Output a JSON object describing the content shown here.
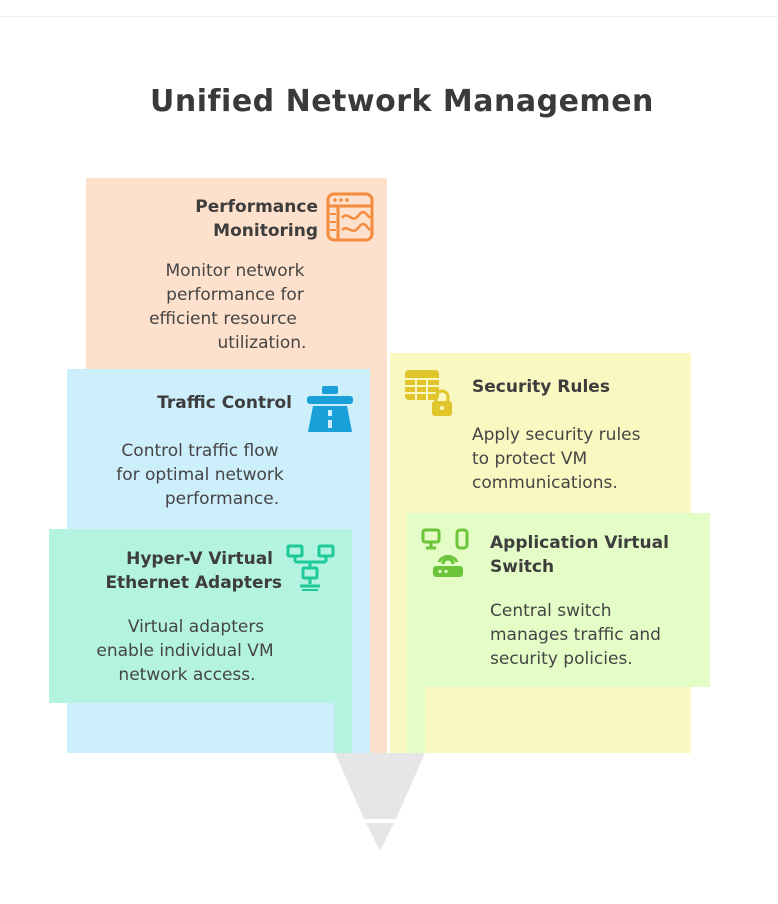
{
  "title": "Unified Network Managemen",
  "cards": {
    "performance": {
      "heading": [
        "Performance",
        "Monitoring"
      ],
      "desc": [
        "Monitor network",
        "performance for",
        "efficient resource",
        "utilization."
      ],
      "fill": "#fde1cc",
      "accent": "#f58b3d",
      "icon": "chart-window-icon"
    },
    "traffic": {
      "heading": [
        "Traffic Control"
      ],
      "desc": [
        "Control traffic flow",
        "for optimal network",
        "performance."
      ],
      "fill": "#cdeefb",
      "accent": "#1aa0d8",
      "icon": "road-gate-icon"
    },
    "hyperv": {
      "heading": [
        "Hyper-V Virtual",
        "Ethernet Adapters"
      ],
      "desc": [
        "Virtual adapters",
        "enable individual VM",
        "network access."
      ],
      "fill": "#b3f3e0",
      "accent": "#1ec99a",
      "icon": "network-nodes-icon"
    },
    "security": {
      "heading": [
        "Security Rules"
      ],
      "desc": [
        "Apply security rules",
        "to protect VM",
        "communications."
      ],
      "fill": "#f9f8c0",
      "accent": "#e0c52b",
      "icon": "table-lock-icon"
    },
    "appswitch": {
      "heading": [
        "Application Virtual",
        "Switch"
      ],
      "desc": [
        "Central switch",
        "manages traffic and",
        "security policies."
      ],
      "fill": "#e4fdc6",
      "accent": "#6cc43a",
      "icon": "router-switch-icon"
    }
  },
  "funnel_color": "#e6e6e6"
}
